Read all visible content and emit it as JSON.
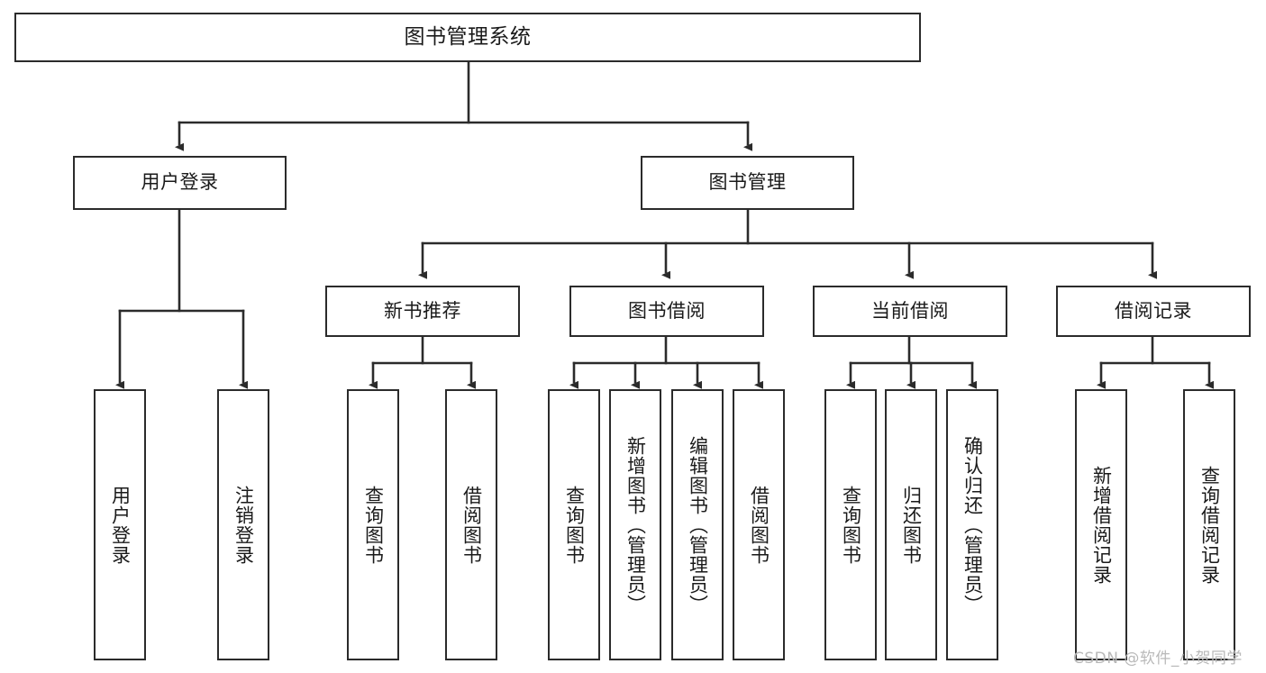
{
  "diagram": {
    "title": "图书管理系统",
    "type": "tree-hierarchy-chart",
    "watermark": "CSDN @软件_小贺同学",
    "colors": {
      "box_border": "#2b2b2b",
      "box_fill": "#ffffff",
      "connector": "#2b2b2b",
      "text": "#1a1a1a",
      "watermark": "#b9b9b9",
      "background": "#ffffff"
    },
    "root": {
      "label": "图书管理系统"
    },
    "level1": [
      {
        "label": "用户登录"
      },
      {
        "label": "图书管理"
      }
    ],
    "level2": [
      {
        "label": "新书推荐"
      },
      {
        "label": "图书借阅"
      },
      {
        "label": "当前借阅"
      },
      {
        "label": "借阅记录"
      }
    ],
    "leaves_user_login": [
      {
        "label": "用户登录"
      },
      {
        "label": "注销登录"
      }
    ],
    "leaves_new_book": [
      {
        "label": "查询图书"
      },
      {
        "label": "借阅图书"
      }
    ],
    "leaves_borrow": [
      {
        "label": "查询图书"
      },
      {
        "label": "新增图书（管理员）"
      },
      {
        "label": "编辑图书（管理员）"
      },
      {
        "label": "借阅图书"
      }
    ],
    "leaves_current": [
      {
        "label": "查询图书"
      },
      {
        "label": "归还图书"
      },
      {
        "label": "确认归还（管理员）"
      }
    ],
    "leaves_records": [
      {
        "label": "新增借阅记录"
      },
      {
        "label": "查询借阅记录"
      }
    ]
  }
}
